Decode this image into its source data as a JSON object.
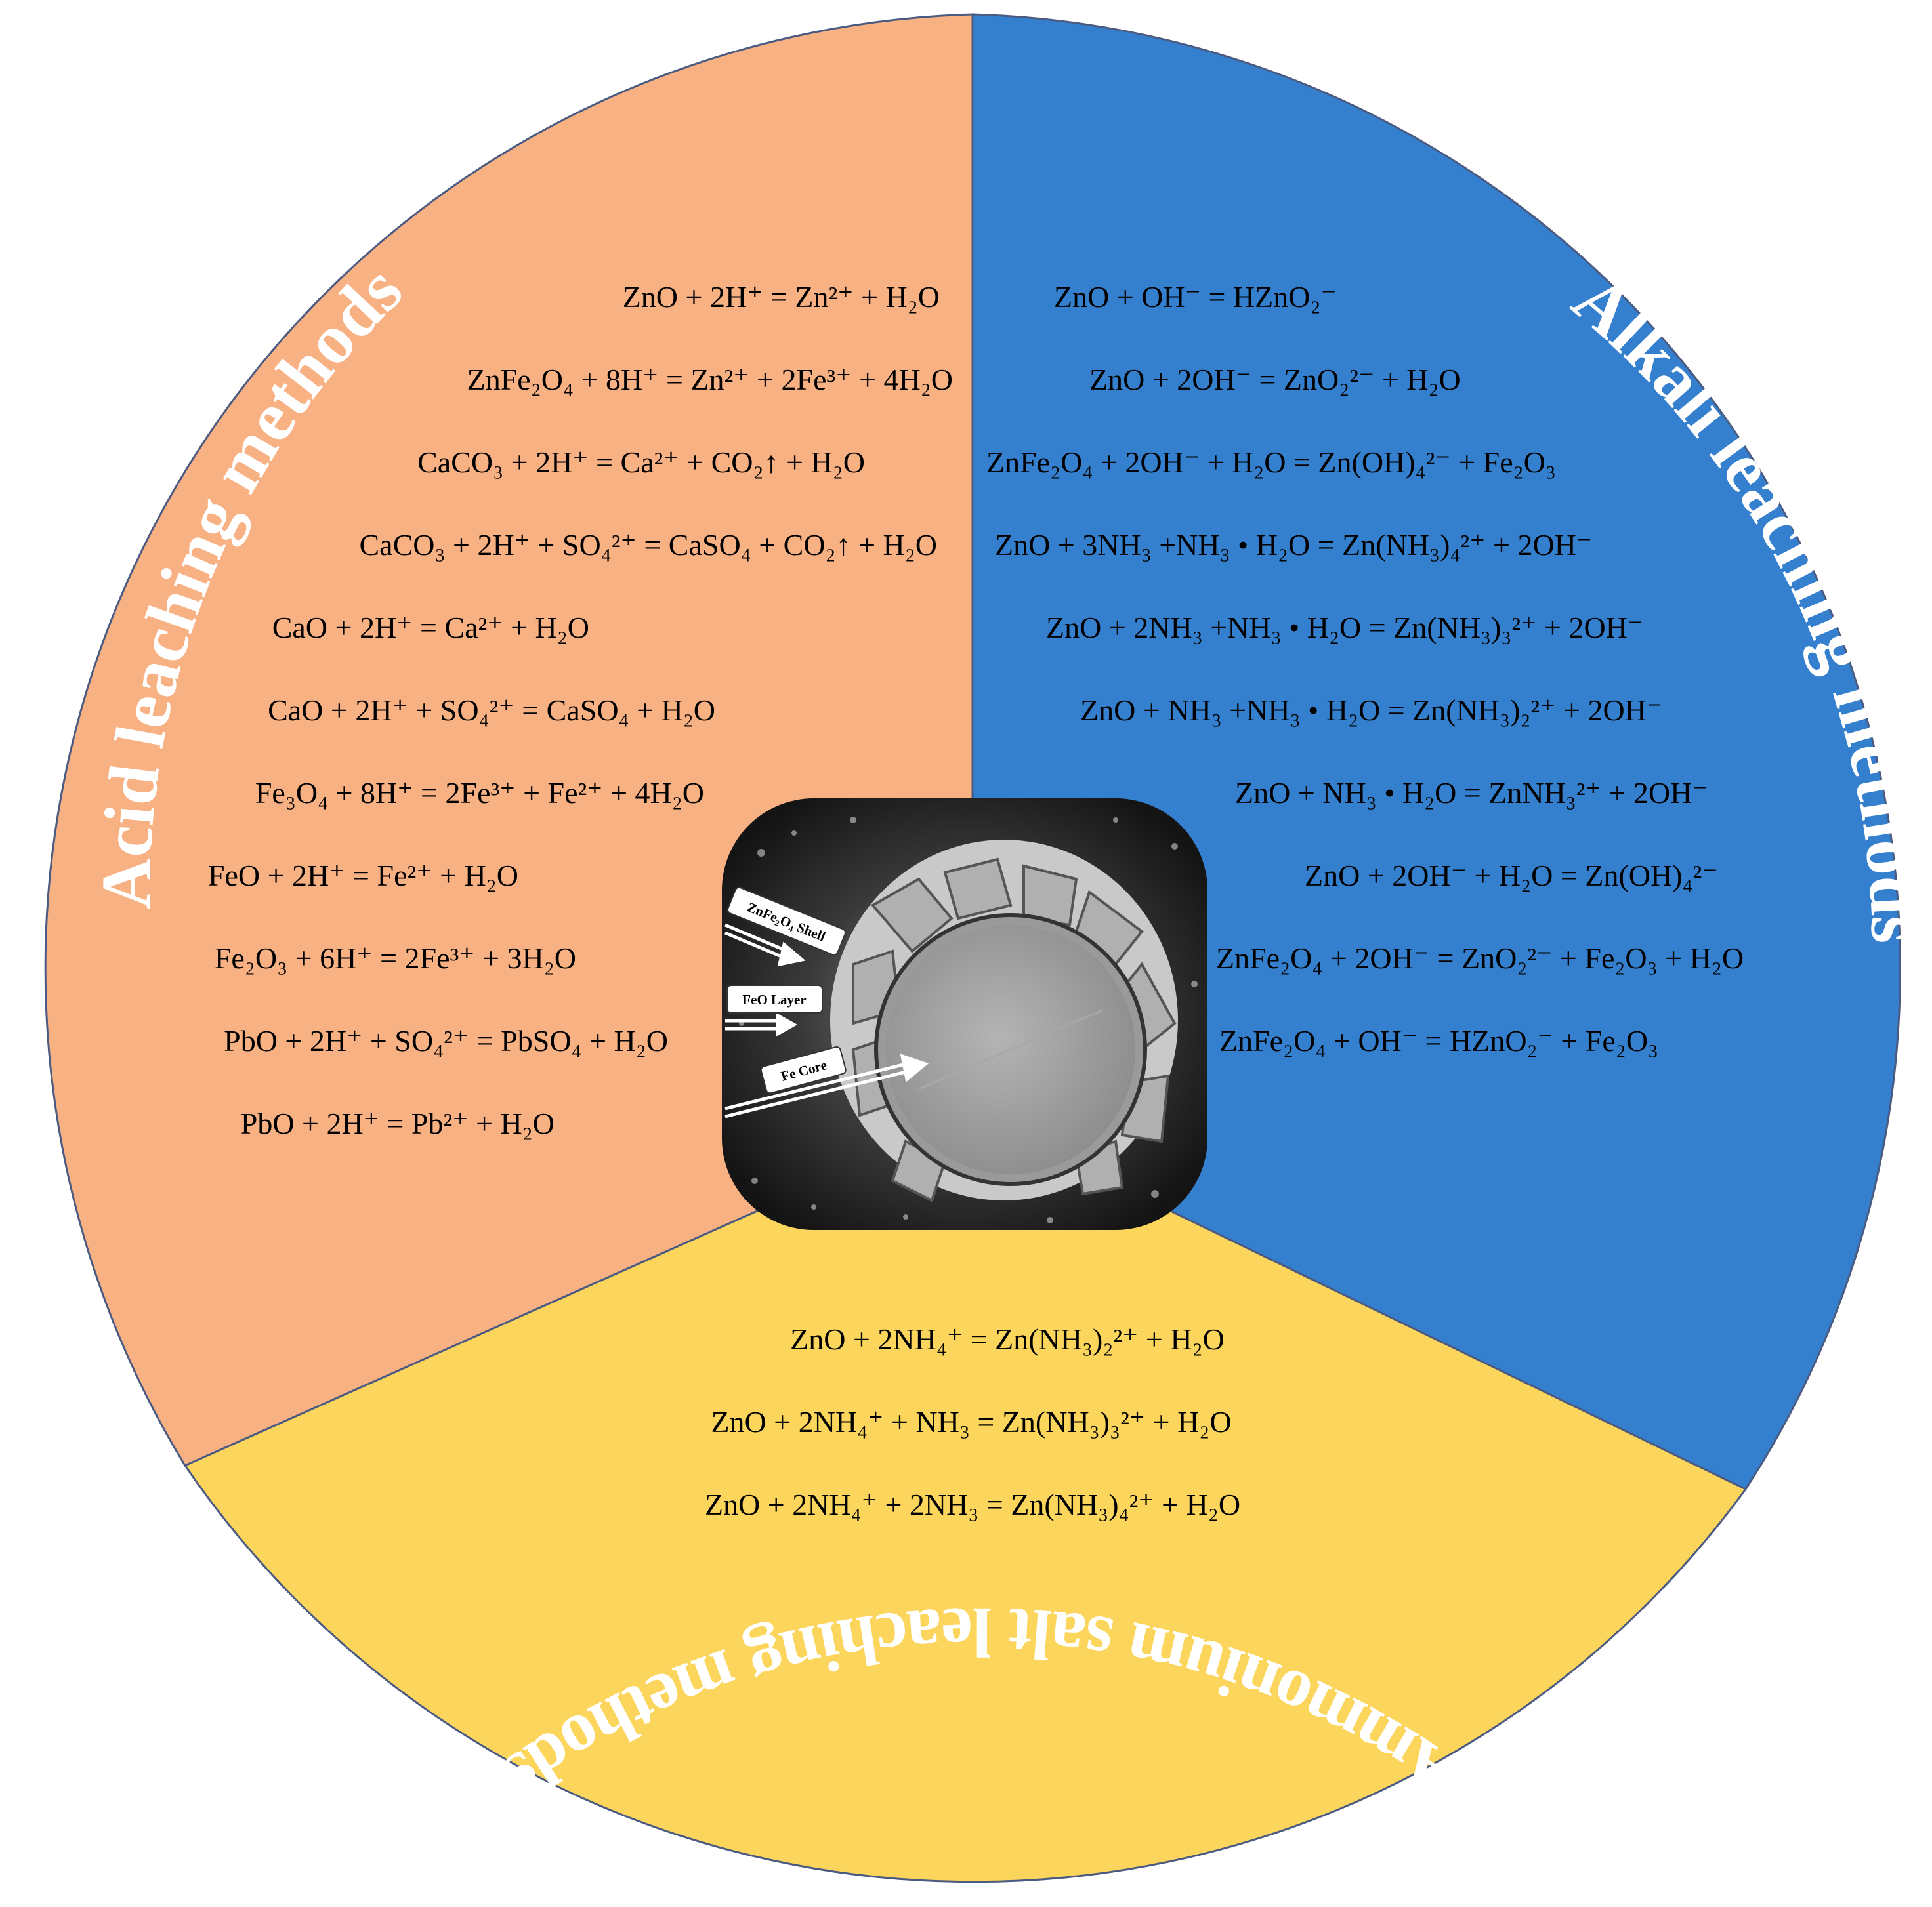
{
  "sectors": {
    "acid": {
      "title": "Acid leaching methods",
      "color": "#F8B183",
      "equations": [
        "ZnO + 2H⁺ = Zn²⁺ + H₂O",
        "ZnFe₂O₄ + 8H⁺ = Zn²⁺ + 2Fe³⁺ + 4H₂O",
        "CaCO₃ + 2H⁺ = Ca²⁺ + CO₂↑ + H₂O",
        "CaCO₃ + 2H⁺ + SO₄²⁺ = CaSO₄ + CO₂↑ + H₂O",
        "CaO + 2H⁺ = Ca²⁺ + H₂O",
        "CaO + 2H⁺ + SO₄²⁺ = CaSO₄ + H₂O",
        "Fe₃O₄ + 8H⁺ = 2Fe³⁺ + Fe²⁺ + 4H₂O",
        "FeO + 2H⁺ = Fe²⁺ + H₂O",
        "Fe₂O₃ + 6H⁺ = 2Fe³⁺ + 3H₂O",
        "PbO + 2H⁺ + SO₄²⁺ = PbSO₄ + H₂O",
        "PbO + 2H⁺  = Pb²⁺ + H₂O"
      ]
    },
    "alkali": {
      "title": "Alkali leaching methods",
      "color": "#3580CE",
      "equations": [
        "ZnO + OH⁻ = HZnO₂⁻",
        "ZnO + 2OH⁻ = ZnO₂²⁻ + H₂O",
        "ZnFe₂O₄ + 2OH⁻ + H₂O  = Zn(OH)₄²⁻ + Fe₂O₃",
        "ZnO + 3NH₃ +NH₃ • H₂O = Zn(NH₃)₄²⁺ + 2OH⁻",
        "ZnO + 2NH₃ +NH₃ • H₂O = Zn(NH₃)₃²⁺ + 2OH⁻",
        "ZnO + NH₃ +NH₃ • H₂O = Zn(NH₃)₂²⁺ + 2OH⁻",
        "ZnO + NH₃ • H₂O = ZnNH₃²⁺ + 2OH⁻",
        "ZnO + 2OH⁻ + H₂O = Zn(OH)₄²⁻",
        "ZnFe₂O₄ + 2OH⁻ = ZnO₂²⁻ + Fe₂O₃ + H₂O",
        "ZnFe₂O₄ + OH⁻ = HZnO₂⁻ + Fe₂O₃"
      ]
    },
    "ammonium": {
      "title": "Ammonium salt leaching methods",
      "color": "#FCD55C",
      "equations": [
        "ZnO + 2NH₄⁺ = Zn(NH₃)₂²⁺  + H₂O",
        "ZnO + 2NH₄⁺ + NH₃ = Zn(NH₃)₃²⁺ + H₂O",
        "ZnO + 2NH₄⁺ + 2NH₃ = Zn(NH₃)₄²⁺ + H₂O"
      ]
    }
  },
  "micrograph": {
    "labels": [
      "ZnFe₂O₄ Shell",
      "FeO Layer",
      "Fe Core"
    ]
  }
}
